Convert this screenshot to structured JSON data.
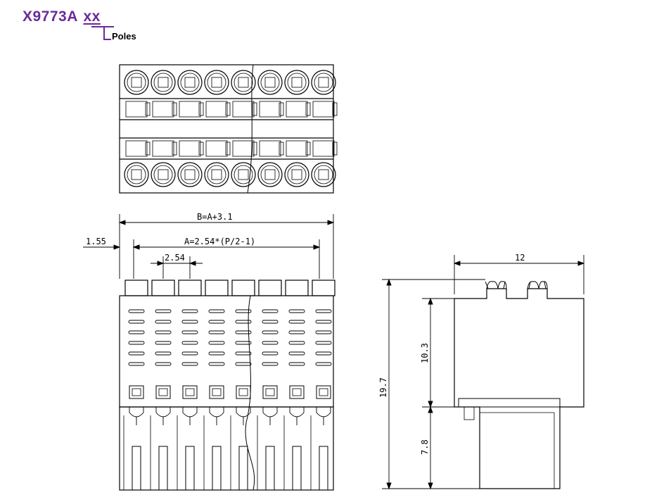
{
  "header": {
    "part_number": "X9773A",
    "suffix": "xx",
    "suffix_meaning": "Poles"
  },
  "dimensions": {
    "overall_width": "B=A+3.1",
    "pitch_span": "A=2.54*(P/2-1)",
    "edge_offset": "1.55",
    "pitch": "2.54",
    "depth": "12",
    "height_total": "19.7",
    "height_upper": "10.3",
    "height_lower": "7.8"
  },
  "colors": {
    "accent": "#6a2a9a",
    "line": "#000000"
  }
}
